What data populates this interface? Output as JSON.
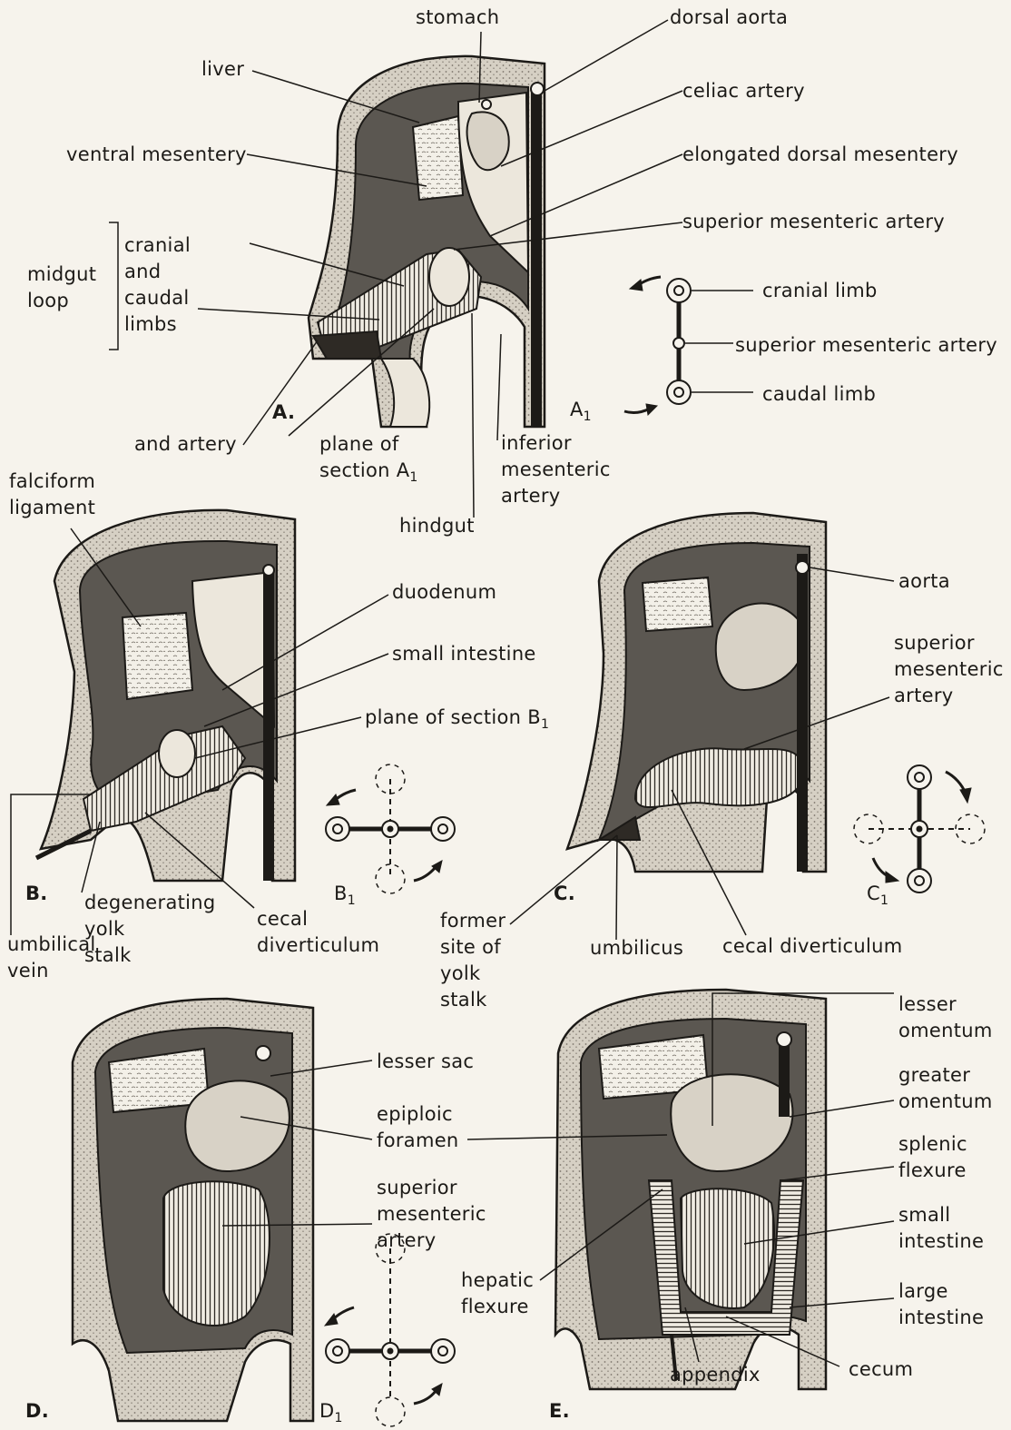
{
  "colors": {
    "background": "#f6f3ec",
    "ink": "#1c1a17",
    "cavity": "#5b5751",
    "wall": "#d8d2c6",
    "pale": "#ece7dc"
  },
  "panels": {
    "A": {
      "letter": "A.",
      "labels": {
        "stomach": "stomach",
        "dorsal_aorta": "dorsal aorta",
        "liver": "liver",
        "celiac_artery": "celiac artery",
        "ventral_mesentery": "ventral mesentery",
        "elongated_dorsal_mesentery": "elongated dorsal mesentery",
        "superior_mesenteric_artery": "superior mesenteric artery",
        "midgut_loop": "midgut\nloop",
        "cranial_caudal_limbs": "cranial\nand\ncaudal\nlimbs",
        "and_artery": "and artery",
        "plane_of_section": "plane of\nsection A",
        "plane_of_section_sub": "1",
        "inferior_mesenteric_artery": "inferior\nmesenteric\nartery",
        "hindgut": "hindgut"
      }
    },
    "A1": {
      "letter": "A",
      "letter_sub": "1",
      "labels": {
        "cranial_limb": "cranial limb",
        "superior_mesenteric_artery": "superior mesenteric artery",
        "caudal_limb": "caudal limb"
      }
    },
    "B": {
      "letter": "B.",
      "labels": {
        "falciform_ligament": "falciform\nligament",
        "duodenum": "duodenum",
        "small_intestine": "small intestine",
        "plane_of_section": "plane of section B",
        "plane_of_section_sub": "1",
        "degenerating_yolk_stalk": "degenerating\nyolk\nstalk",
        "cecal_diverticulum": "cecal\ndiverticulum",
        "umbilical_vein": "umbilical\nvein"
      }
    },
    "B1": {
      "letter": "B",
      "letter_sub": "1"
    },
    "C": {
      "letter": "C.",
      "labels": {
        "aorta": "aorta",
        "superior_mesenteric_artery": "superior\nmesenteric\nartery",
        "former_site_of_yolk_stalk": "former\nsite of\nyolk\nstalk",
        "umbilicus": "umbilicus",
        "cecal_diverticulum": "cecal diverticulum"
      }
    },
    "C1": {
      "letter": "C",
      "letter_sub": "1"
    },
    "D": {
      "letter": "D.",
      "labels": {
        "lesser_sac": "lesser sac",
        "epiploic_foramen": "epiploic\nforamen",
        "superior_mesenteric_artery": "superior\nmesenteric\nartery"
      }
    },
    "D1": {
      "letter": "D",
      "letter_sub": "1"
    },
    "E": {
      "letter": "E.",
      "labels": {
        "lesser_omentum": "lesser\nomentum",
        "greater_omentum": "greater\nomentum",
        "splenic_flexure": "splenic\nflexure",
        "small_intestine": "small\nintestine",
        "hepatic_flexure": "hepatic\nflexure",
        "large_intestine": "large\nintestine",
        "appendix": "appendix",
        "cecum": "cecum"
      }
    }
  }
}
